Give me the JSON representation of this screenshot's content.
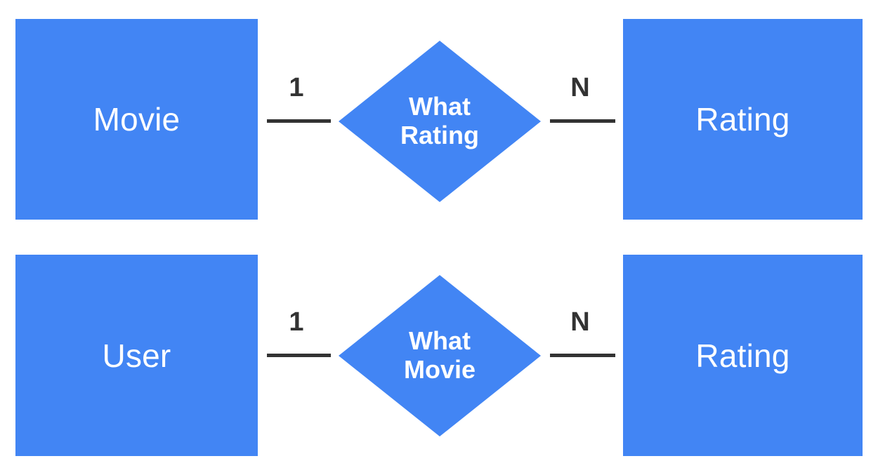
{
  "diagram": {
    "type": "entity-relationship-diagram",
    "background_color": "#ffffff",
    "entity_color": "#4285f4",
    "entity_text_color": "#ffffff",
    "line_color": "#333333",
    "cardinality_text_color": "#333333",
    "relationships": [
      {
        "id": "movie-rating",
        "left_entity": "Movie",
        "relationship_line_1": "What",
        "relationship_line_2": "Rating",
        "right_entity": "Rating",
        "left_cardinality": "1",
        "right_cardinality": "N"
      },
      {
        "id": "user-rating",
        "left_entity": "User",
        "relationship_line_1": "What",
        "relationship_line_2": "Movie",
        "right_entity": "Rating",
        "left_cardinality": "1",
        "right_cardinality": "N"
      }
    ]
  }
}
